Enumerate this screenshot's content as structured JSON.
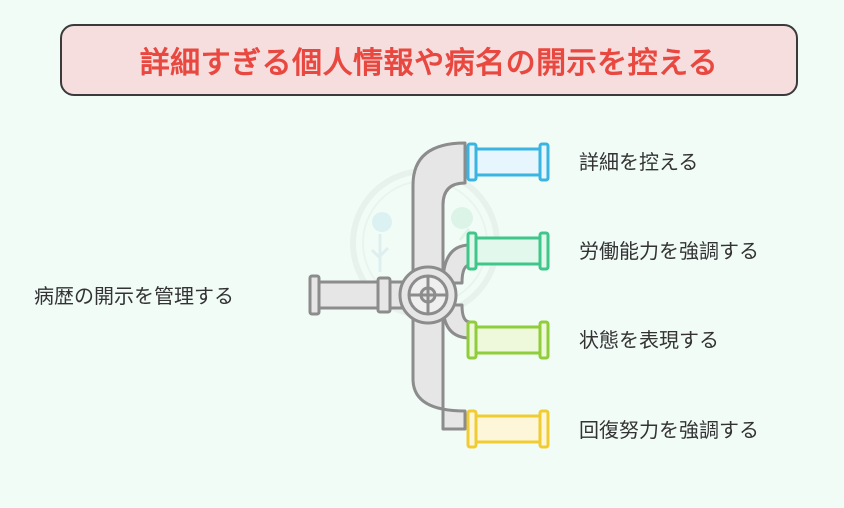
{
  "title": "詳細すぎる個人情報や病名の開示を控える",
  "source": {
    "label": "病歴の開示を管理する"
  },
  "outputs": [
    {
      "label": "詳細を控える",
      "color": "#3ab4e0",
      "fill": "#e6f6fc"
    },
    {
      "label": "労働能力を強調する",
      "color": "#3fc68a",
      "fill": "#e3f8ec"
    },
    {
      "label": "状態を表現する",
      "color": "#8fcd3a",
      "fill": "#eef9dc"
    },
    {
      "label": "回復努力を強調する",
      "color": "#f0cc33",
      "fill": "#fdf6d8"
    }
  ],
  "colors": {
    "background": "#f2fcf7",
    "title_text": "#e8483f",
    "title_fill": "#f6dede",
    "pipe_fill": "#e6e6e6",
    "pipe_stroke": "#8c8c8c"
  }
}
